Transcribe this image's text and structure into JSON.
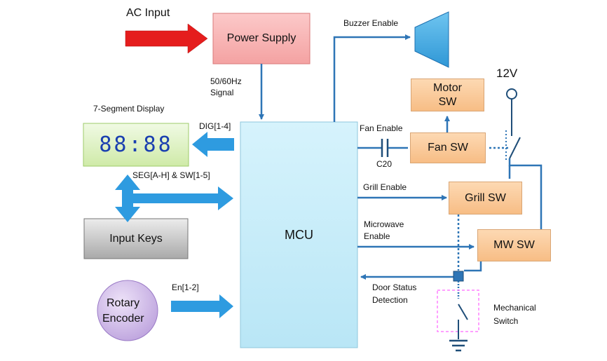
{
  "labels": {
    "ac_input": "AC Input",
    "power_supply": "Power Supply",
    "buzzer_enable": "Buzzer Enable",
    "signal_line1": "50/60Hz",
    "signal_line2": "Signal",
    "seven_seg_title": "7-Segment Display",
    "seven_seg_value": "88:88",
    "dig": "DIG[1-4]",
    "seg_sw": "SEG[A-H] & SW[1-5]",
    "input_keys": "Input Keys",
    "mcu": "MCU",
    "en": "En[1-2]",
    "rotary_line1": "Rotary",
    "rotary_line2": "Encoder",
    "fan_enable": "Fan Enable",
    "c20": "C20",
    "grill_enable": "Grill Enable",
    "mw_enable_line1": "Microwave",
    "mw_enable_line2": "Enable",
    "door_line1": "Door Status",
    "door_line2": "Detection",
    "motor_line1": "Motor",
    "motor_line2": "SW",
    "fan_sw": "Fan SW",
    "grill_sw": "Grill SW",
    "mw_sw": "MW SW",
    "v12": "12V",
    "mech_line1": "Mechanical",
    "mech_line2": "Switch"
  },
  "colors": {
    "wire": "#2e75b6",
    "ac_arrow": "#e02020",
    "block_arrow": "#2e9be0",
    "mcu_fill": "#c6ecf8",
    "power_fill": "#f8b4b4",
    "display_fill": "#dff3c6",
    "rotary_fill": "#cdb8e6",
    "switch_fill": "#f9c38d",
    "dashed_box": "#ff80ff"
  }
}
